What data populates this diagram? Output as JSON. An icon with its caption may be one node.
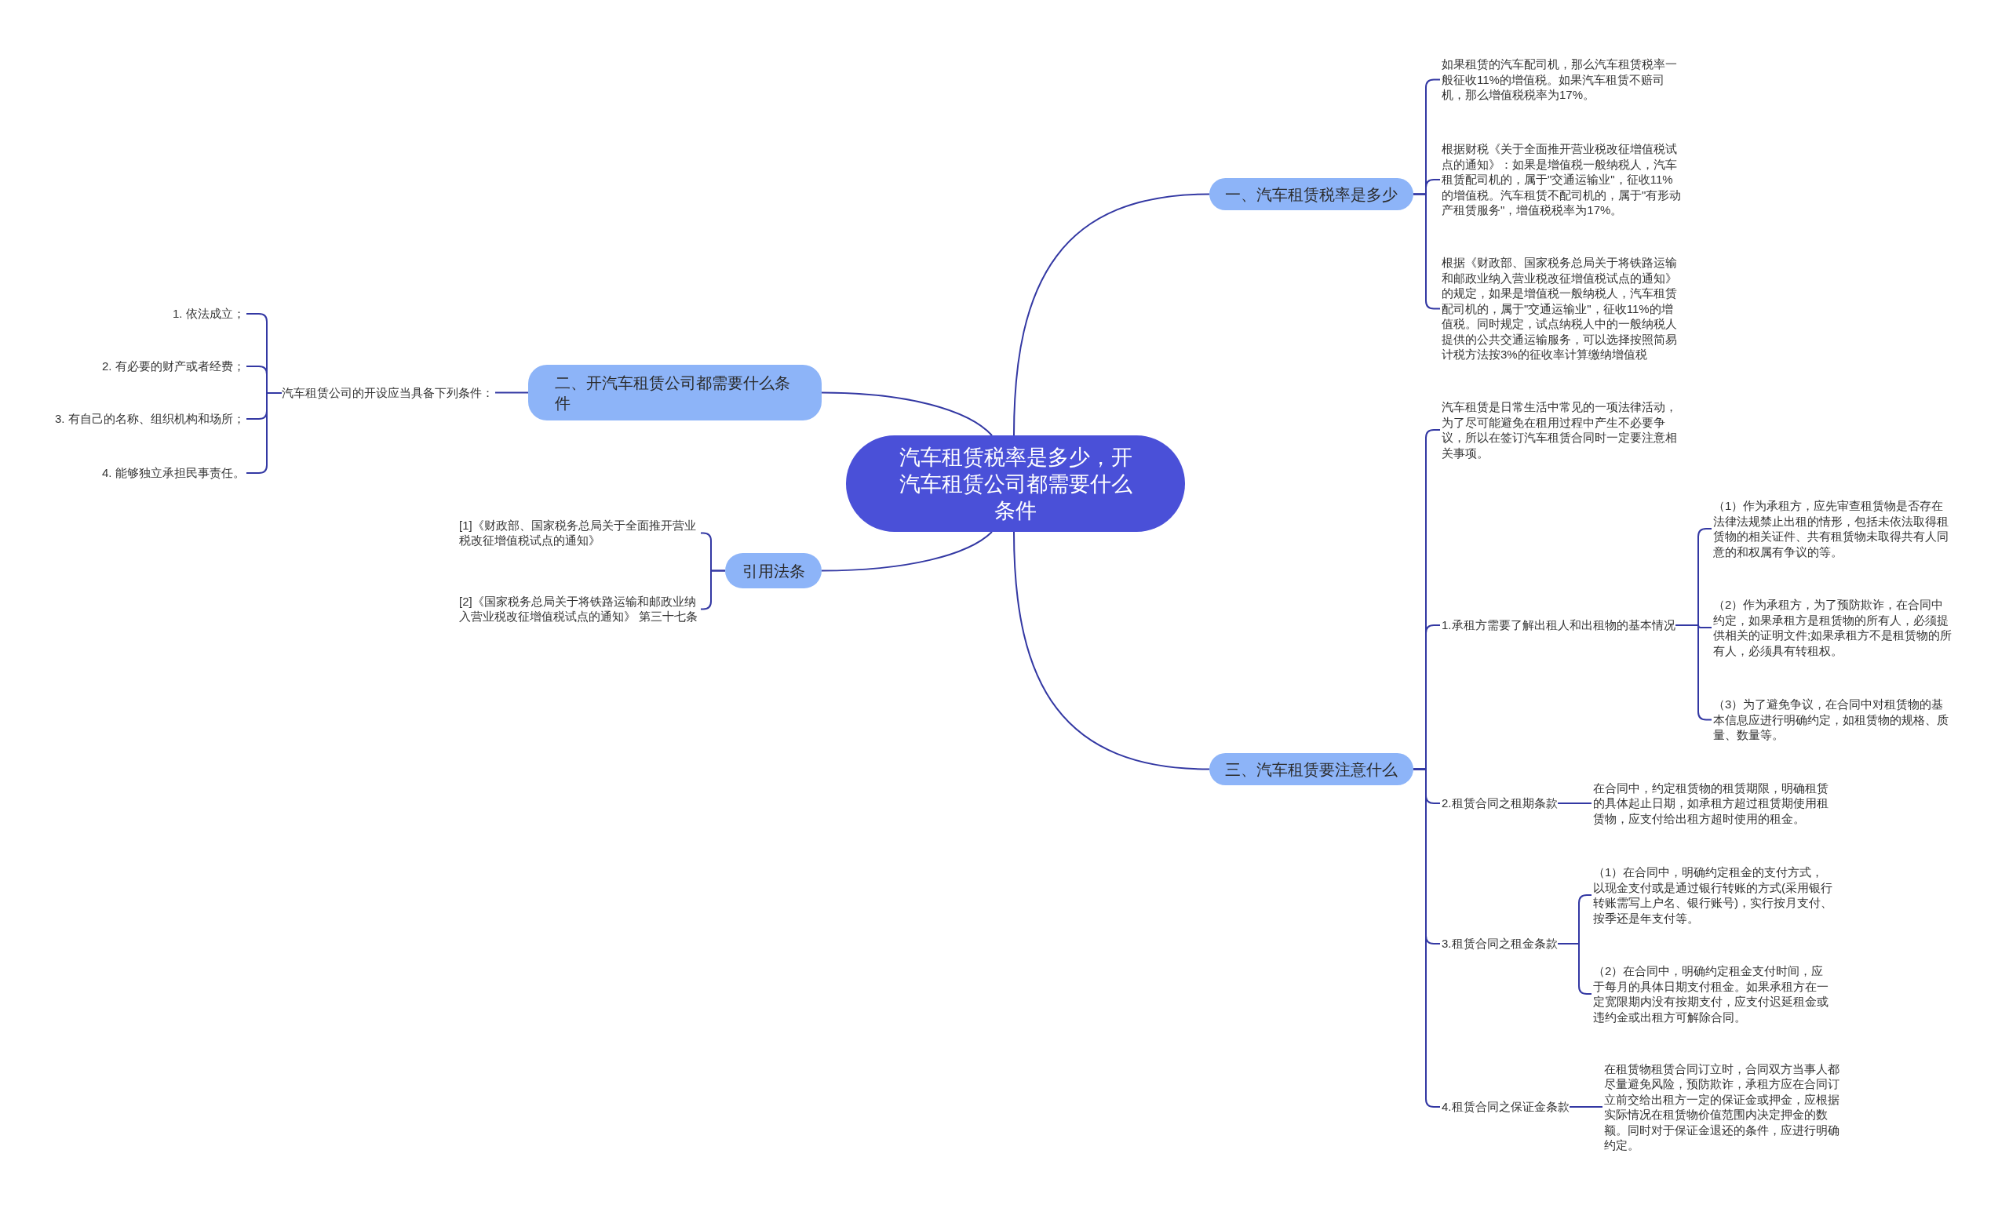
{
  "diagram": {
    "nodes": [
      {
        "text": [
          "汽车租赁税率是多少，开汽车租赁公司都需要什么条件"
        ]
      },
      {
        "text": [
          "一、汽车租赁税率是多少"
        ]
      },
      {
        "text": [
          "如果租赁的汽车配司机，那么汽车租赁税率一般征收11%的增值税。如果汽车租赁不赔司机，那么增值税税率为17%。"
        ]
      },
      {
        "text": [
          "根据财税《关于全面推开营业税改征增值税试点的通知》：如果是增值税一般纳税人，汽车租赁配司机的，属于\"交通运输业\"，征收11%的增值税。汽车租赁不配司机的，属于\"有形动产租赁服务\"，增值税税率为17%。"
        ]
      },
      {
        "text": [
          "根据《财政部、国家税务总局关于将铁路运输和邮政业纳入营业税改征增值税试点的通知》的规定，如果是增值税一般纳税人，汽车租赁配司机的，属于\"交通运输业\"，征收11%的增值税。同时规定，试点纳税人中的一般纳税人提供的公共交通运输服务，可以选择按照简易计税方法按3%的征收率计算缴纳增值税"
        ]
      },
      {
        "text": [
          "二、开汽车租赁公司都需要什么条件"
        ]
      },
      {
        "text": [
          "汽车租赁公司的开设应当具备下列条件："
        ]
      },
      {
        "text": [
          "1. 依法成立；"
        ]
      },
      {
        "text": [
          "2. 有必要的财产或者经费；"
        ]
      },
      {
        "text": [
          "3. 有自己的名称、组织机构和场所；"
        ]
      },
      {
        "text": [
          "4. 能够独立承担民事责任。"
        ]
      },
      {
        "text": [
          "引用法条"
        ]
      },
      {
        "text": [
          "[1]《财政部、国家税务总局关于全面推开营业税改征增值税试点的通知》"
        ]
      },
      {
        "text": [
          "[2]《国家税务总局关于将铁路运输和邮政业纳入营业税改征增值税试点的通知》 第三十七条"
        ]
      },
      {
        "text": [
          "三、汽车租赁要注意什么"
        ]
      },
      {
        "text": [
          "汽车租赁是日常生活中常见的一项法律活动，为了尽可能避免在租用过程中产生不必要争议，所以在签订汽车租赁合同时一定要注意相关事项。"
        ]
      },
      {
        "text": [
          "1.承租方需要了解出租人和出租物的基本情况"
        ]
      },
      {
        "text": [
          "（1）作为承租方，应先审查租赁物是否存在法律法规禁止出租的情形，包括未依法取得租赁物的相关证件、共有租赁物未取得共有人同意的和权属有争议的等。"
        ]
      },
      {
        "text": [
          "（2）作为承租方，为了预防欺诈，在合同中约定，如果承租方是租赁物的所有人，必须提供相关的证明文件;如果承租方不是租赁物的所有人，必须具有转租权。"
        ]
      },
      {
        "text": [
          "（3）为了避免争议，在合同中对租赁物的基本信息应进行明确约定，如租赁物的规格、质量、数量等。"
        ]
      },
      {
        "text": [
          "2.租赁合同之租期条款"
        ]
      },
      {
        "text": [
          "在合同中，约定租赁物的租赁期限，明确租赁的具体起止日期，如承租方超过租赁期使用租赁物，应支付给出租方超时使用的租金。"
        ]
      },
      {
        "text": [
          "3.租赁合同之租金条款"
        ]
      },
      {
        "text": [
          "（1）在合同中，明确约定租金的支付方式，以现金支付或是通过银行转账的方式(采用银行转账需写上户名、银行账号)，实行按月支付、按季还是年支付等。"
        ]
      },
      {
        "text": [
          "（2）在合同中，明确约定租金支付时间，应于每月的具体日期支付租金。如果承租方在一定宽限期内没有按期支付，应支付迟延租金或违约金或出租方可解除合同。"
        ]
      },
      {
        "text": [
          "4.租赁合同之保证金条款"
        ]
      },
      {
        "text": [
          "在租赁物租赁合同订立时，合同双方当事人都尽量避免风险，预防欺诈，承租方应在合同订立前交给出租方一定的保证金或押金，应根据实际情况在租赁物价值范围内决定押金的数额。同时对于保证金退还的条件，应进行明确约定。"
        ]
      }
    ],
    "edges": [
      {
        "from": 0,
        "to": 1,
        "arrow": "none"
      },
      {
        "from": 1,
        "to": 2,
        "arrow": "none"
      },
      {
        "from": 1,
        "to": 3,
        "arrow": "none"
      },
      {
        "from": 1,
        "to": 4,
        "arrow": "none"
      },
      {
        "from": 0,
        "to": 5,
        "arrow": "none"
      },
      {
        "from": 5,
        "to": 6,
        "arrow": "none"
      },
      {
        "from": 6,
        "to": 7,
        "arrow": "none"
      },
      {
        "from": 6,
        "to": 8,
        "arrow": "none"
      },
      {
        "from": 6,
        "to": 9,
        "arrow": "none"
      },
      {
        "from": 6,
        "to": 10,
        "arrow": "none"
      },
      {
        "from": 0,
        "to": 11,
        "arrow": "none"
      },
      {
        "from": 11,
        "to": 12,
        "arrow": "none"
      },
      {
        "from": 11,
        "to": 13,
        "arrow": "none"
      },
      {
        "from": 0,
        "to": 14,
        "arrow": "none"
      },
      {
        "from": 14,
        "to": 15,
        "arrow": "none"
      },
      {
        "from": 14,
        "to": 16,
        "arrow": "none"
      },
      {
        "from": 16,
        "to": 17,
        "arrow": "none"
      },
      {
        "from": 16,
        "to": 18,
        "arrow": "none"
      },
      {
        "from": 16,
        "to": 19,
        "arrow": "none"
      },
      {
        "from": 14,
        "to": 20,
        "arrow": "none"
      },
      {
        "from": 20,
        "to": 21,
        "arrow": "none"
      },
      {
        "from": 14,
        "to": 22,
        "arrow": "none"
      },
      {
        "from": 22,
        "to": 23,
        "arrow": "none"
      },
      {
        "from": 22,
        "to": 24,
        "arrow": "none"
      },
      {
        "from": 14,
        "to": 25,
        "arrow": "none"
      },
      {
        "from": 25,
        "to": 26,
        "arrow": "none"
      }
    ]
  }
}
